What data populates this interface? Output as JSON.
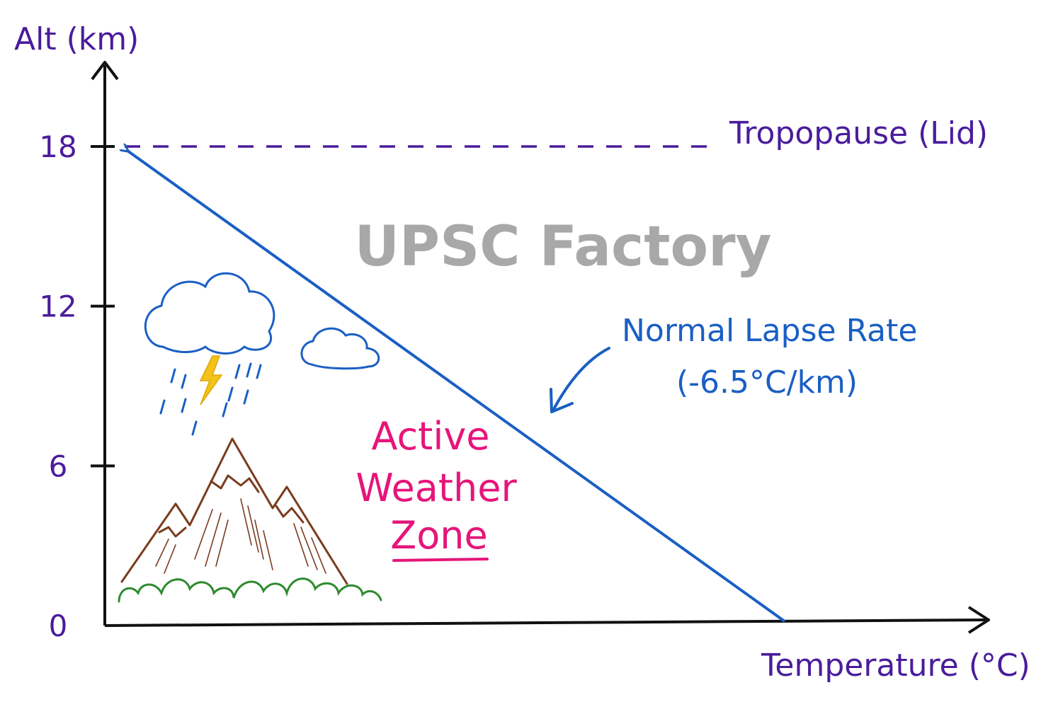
{
  "chart_data": {
    "type": "line",
    "ylabel": "Alt (km)",
    "xlabel": "Temperature (°C)",
    "ylim": [
      0,
      18
    ],
    "yticks": [
      0,
      6,
      12,
      18
    ],
    "grid": false,
    "series": [
      {
        "name": "Normal Lapse Rate",
        "rate_label": "(-6.5°C/km)",
        "alt_km": [
          0,
          18
        ]
      }
    ],
    "reference_lines": [
      {
        "label": "Tropopause (Lid)",
        "alt_km": 18
      }
    ],
    "annotations": {
      "zone_line1": "Active",
      "zone_line2": "Weather",
      "zone_line3": "Zone"
    },
    "watermark": "UPSC Factory"
  },
  "colors": {
    "axis": "#111111",
    "labels": "#4a1c9c",
    "lapse_line": "#1a5fc4",
    "zone_text": "#e6157a",
    "watermark": "#a8a8a8",
    "mountain": "#7a3b1e",
    "grass": "#2e8b2e",
    "lightning": "#f2c21b"
  },
  "icons": [
    "cloud-icon",
    "small-cloud-icon",
    "lightning-icon",
    "rain-icon",
    "mountain-icon",
    "bushes-icon"
  ]
}
